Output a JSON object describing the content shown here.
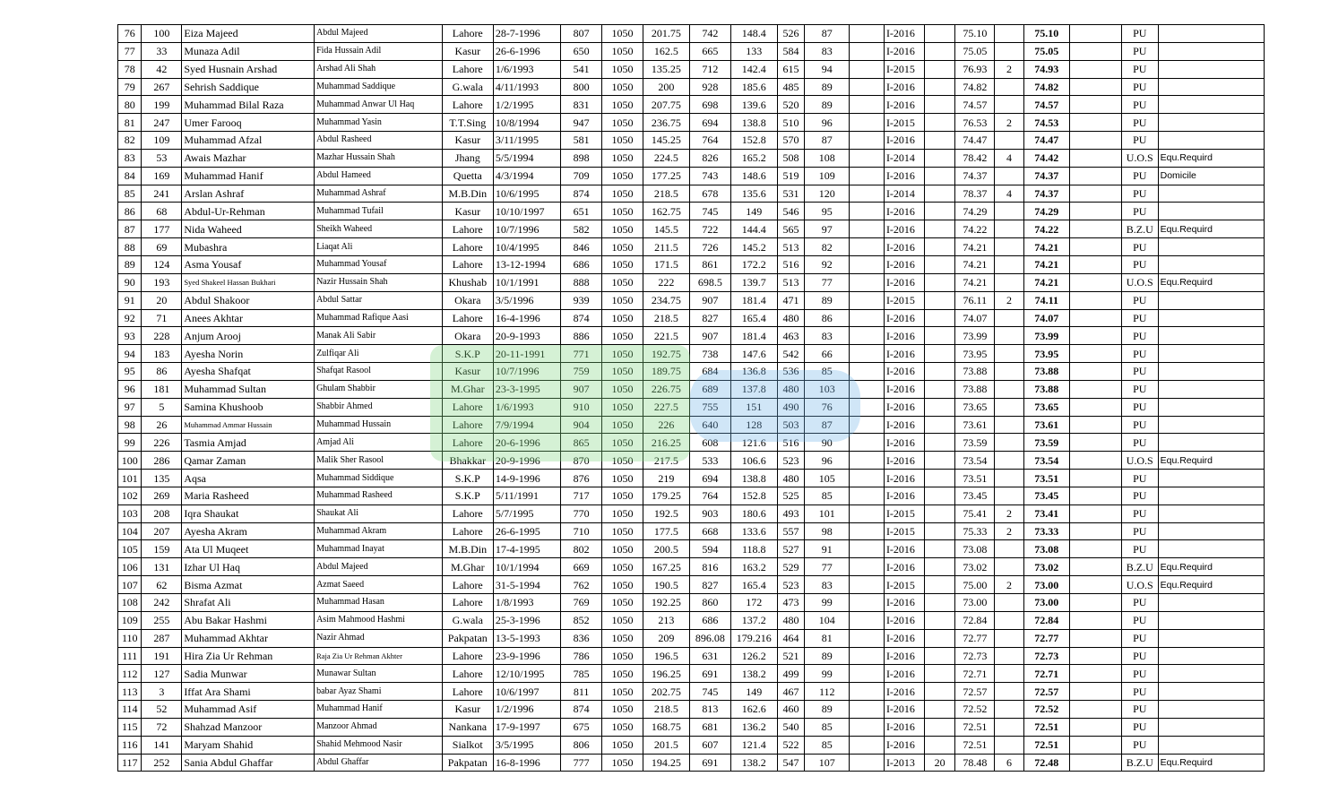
{
  "rows": [
    [
      "76",
      "100",
      "Eiza Majeed",
      "Abdul Majeed",
      "Lahore",
      "28-7-1996",
      "807",
      "1050",
      "201.75",
      "742",
      "148.4",
      "526",
      "87",
      "",
      "I-2016",
      "",
      "75.10",
      "",
      "75.10",
      "",
      "PU",
      ""
    ],
    [
      "77",
      "33",
      "Munaza Adil",
      "Fida Hussain Adil",
      "Kasur",
      "26-6-1996",
      "650",
      "1050",
      "162.5",
      "665",
      "133",
      "584",
      "83",
      "",
      "I-2016",
      "",
      "75.05",
      "",
      "75.05",
      "",
      "PU",
      ""
    ],
    [
      "78",
      "42",
      "Syed Husnain Arshad",
      "Arshad Ali Shah",
      "Lahore",
      "1/6/1993",
      "541",
      "1050",
      "135.25",
      "712",
      "142.4",
      "615",
      "94",
      "",
      "I-2015",
      "",
      "76.93",
      "2",
      "74.93",
      "",
      "PU",
      ""
    ],
    [
      "79",
      "267",
      "Sehrish Saddique",
      "Muhammad Saddique",
      "G.wala",
      "4/11/1993",
      "800",
      "1050",
      "200",
      "928",
      "185.6",
      "485",
      "89",
      "",
      "I-2016",
      "",
      "74.82",
      "",
      "74.82",
      "",
      "PU",
      ""
    ],
    [
      "80",
      "199",
      "Muhammad Bilal Raza",
      "Muhammad Anwar Ul Haq",
      "Lahore",
      "1/2/1995",
      "831",
      "1050",
      "207.75",
      "698",
      "139.6",
      "520",
      "89",
      "",
      "I-2016",
      "",
      "74.57",
      "",
      "74.57",
      "",
      "PU",
      ""
    ],
    [
      "81",
      "247",
      "Umer Farooq",
      "Muhammad Yasin",
      "T.T.Sing",
      "10/8/1994",
      "947",
      "1050",
      "236.75",
      "694",
      "138.8",
      "510",
      "96",
      "",
      "I-2015",
      "",
      "76.53",
      "2",
      "74.53",
      "",
      "PU",
      ""
    ],
    [
      "82",
      "109",
      "Muhammad Afzal",
      "Abdul Rasheed",
      "Kasur",
      "3/11/1995",
      "581",
      "1050",
      "145.25",
      "764",
      "152.8",
      "570",
      "87",
      "",
      "I-2016",
      "",
      "74.47",
      "",
      "74.47",
      "",
      "PU",
      ""
    ],
    [
      "83",
      "53",
      "Awais Mazhar",
      "Mazhar Hussain Shah",
      "Jhang",
      "5/5/1994",
      "898",
      "1050",
      "224.5",
      "826",
      "165.2",
      "508",
      "108",
      "",
      "I-2014",
      "",
      "78.42",
      "4",
      "74.42",
      "",
      "U.O.S",
      "Equ.Requird"
    ],
    [
      "84",
      "169",
      "Muhammad Hanif",
      "Abdul Hameed",
      "Quetta",
      "4/3/1994",
      "709",
      "1050",
      "177.25",
      "743",
      "148.6",
      "519",
      "109",
      "",
      "I-2016",
      "",
      "74.37",
      "",
      "74.37",
      "",
      "PU",
      "Domicile"
    ],
    [
      "85",
      "241",
      "Arslan Ashraf",
      "Muhammad Ashraf",
      "M.B.Din",
      "10/6/1995",
      "874",
      "1050",
      "218.5",
      "678",
      "135.6",
      "531",
      "120",
      "",
      "I-2014",
      "",
      "78.37",
      "4",
      "74.37",
      "",
      "PU",
      ""
    ],
    [
      "86",
      "68",
      "Abdul-Ur-Rehman",
      "Muhammad Tufail",
      "Kasur",
      "10/10/1997",
      "651",
      "1050",
      "162.75",
      "745",
      "149",
      "546",
      "95",
      "",
      "I-2016",
      "",
      "74.29",
      "",
      "74.29",
      "",
      "PU",
      ""
    ],
    [
      "87",
      "177",
      "Nida Waheed",
      "Sheikh Waheed",
      "Lahore",
      "10/7/1996",
      "582",
      "1050",
      "145.5",
      "722",
      "144.4",
      "565",
      "97",
      "",
      "I-2016",
      "",
      "74.22",
      "",
      "74.22",
      "",
      "B.Z.U",
      "Equ.Requird"
    ],
    [
      "88",
      "69",
      "Mubashra",
      "Liaqat Ali",
      "Lahore",
      "10/4/1995",
      "846",
      "1050",
      "211.5",
      "726",
      "145.2",
      "513",
      "82",
      "",
      "I-2016",
      "",
      "74.21",
      "",
      "74.21",
      "",
      "PU",
      ""
    ],
    [
      "89",
      "124",
      "Asma Yousaf",
      "Muhammad Yousaf",
      "Lahore",
      "13-12-1994",
      "686",
      "1050",
      "171.5",
      "861",
      "172.2",
      "516",
      "92",
      "",
      "I-2016",
      "",
      "74.21",
      "",
      "74.21",
      "",
      "PU",
      ""
    ],
    [
      "90",
      "193",
      "Syed Shakeel Hassan Bukhari",
      "Nazir Hussain Shah",
      "Khushab",
      "10/1/1991",
      "888",
      "1050",
      "222",
      "698.5",
      "139.7",
      "513",
      "77",
      "",
      "I-2016",
      "",
      "74.21",
      "",
      "74.21",
      "",
      "U.O.S",
      "Equ.Requird"
    ],
    [
      "91",
      "20",
      "Abdul Shakoor",
      "Abdul Sattar",
      "Okara",
      "3/5/1996",
      "939",
      "1050",
      "234.75",
      "907",
      "181.4",
      "471",
      "89",
      "",
      "I-2015",
      "",
      "76.11",
      "2",
      "74.11",
      "",
      "PU",
      ""
    ],
    [
      "92",
      "71",
      "Anees Akhtar",
      "Muhammad Rafique Aasi",
      "Lahore",
      "16-4-1996",
      "874",
      "1050",
      "218.5",
      "827",
      "165.4",
      "480",
      "86",
      "",
      "I-2016",
      "",
      "74.07",
      "",
      "74.07",
      "",
      "PU",
      ""
    ],
    [
      "93",
      "228",
      "Anjum Arooj",
      "Manak Ali Sabir",
      "Okara",
      "20-9-1993",
      "886",
      "1050",
      "221.5",
      "907",
      "181.4",
      "463",
      "83",
      "",
      "I-2016",
      "",
      "73.99",
      "",
      "73.99",
      "",
      "PU",
      ""
    ],
    [
      "94",
      "183",
      "Ayesha Norin",
      "Zulfiqar Ali",
      "S.K.P",
      "20-11-1991",
      "771",
      "1050",
      "192.75",
      "738",
      "147.6",
      "542",
      "66",
      "",
      "I-2016",
      "",
      "73.95",
      "",
      "73.95",
      "",
      "PU",
      ""
    ],
    [
      "95",
      "86",
      "Ayesha Shafqat",
      "Shafqat Rasool",
      "Kasur",
      "10/7/1996",
      "759",
      "1050",
      "189.75",
      "684",
      "136.8",
      "536",
      "85",
      "",
      "I-2016",
      "",
      "73.88",
      "",
      "73.88",
      "",
      "PU",
      ""
    ],
    [
      "96",
      "181",
      "Muhammad Sultan",
      "Ghulam Shabbir",
      "M.Ghar",
      "23-3-1995",
      "907",
      "1050",
      "226.75",
      "689",
      "137.8",
      "480",
      "103",
      "",
      "I-2016",
      "",
      "73.88",
      "",
      "73.88",
      "",
      "PU",
      ""
    ],
    [
      "97",
      "5",
      "Samina Khushoob",
      "Shabbir Ahmed",
      "Lahore",
      "1/6/1993",
      "910",
      "1050",
      "227.5",
      "755",
      "151",
      "490",
      "76",
      "",
      "I-2016",
      "",
      "73.65",
      "",
      "73.65",
      "",
      "PU",
      ""
    ],
    [
      "98",
      "26",
      "Muhammad Ammar Hussain",
      "Muhammad Hussain",
      "Lahore",
      "7/9/1994",
      "904",
      "1050",
      "226",
      "640",
      "128",
      "503",
      "87",
      "",
      "I-2016",
      "",
      "73.61",
      "",
      "73.61",
      "",
      "PU",
      ""
    ],
    [
      "99",
      "226",
      "Tasmia Amjad",
      "Amjad Ali",
      "Lahore",
      "20-6-1996",
      "865",
      "1050",
      "216.25",
      "608",
      "121.6",
      "516",
      "90",
      "",
      "I-2016",
      "",
      "73.59",
      "",
      "73.59",
      "",
      "PU",
      ""
    ],
    [
      "100",
      "286",
      "Qamar Zaman",
      "Malik Sher Rasool",
      "Bhakkar",
      "20-9-1996",
      "870",
      "1050",
      "217.5",
      "533",
      "106.6",
      "523",
      "96",
      "",
      "I-2016",
      "",
      "73.54",
      "",
      "73.54",
      "",
      "U.O.S",
      "Equ.Requird"
    ],
    [
      "101",
      "135",
      "Aqsa",
      "Muhammad Siddique",
      "S.K.P",
      "14-9-1996",
      "876",
      "1050",
      "219",
      "694",
      "138.8",
      "480",
      "105",
      "",
      "I-2016",
      "",
      "73.51",
      "",
      "73.51",
      "",
      "PU",
      ""
    ],
    [
      "102",
      "269",
      "Maria Rasheed",
      "Muhammad Rasheed",
      "S.K.P",
      "5/11/1991",
      "717",
      "1050",
      "179.25",
      "764",
      "152.8",
      "525",
      "85",
      "",
      "I-2016",
      "",
      "73.45",
      "",
      "73.45",
      "",
      "PU",
      ""
    ],
    [
      "103",
      "208",
      "Iqra Shaukat",
      "Shaukat Ali",
      "Lahore",
      "5/7/1995",
      "770",
      "1050",
      "192.5",
      "903",
      "180.6",
      "493",
      "101",
      "",
      "I-2015",
      "",
      "75.41",
      "2",
      "73.41",
      "",
      "PU",
      ""
    ],
    [
      "104",
      "207",
      "Ayesha Akram",
      "Muhammad Akram",
      "Lahore",
      "26-6-1995",
      "710",
      "1050",
      "177.5",
      "668",
      "133.6",
      "557",
      "98",
      "",
      "I-2015",
      "",
      "75.33",
      "2",
      "73.33",
      "",
      "PU",
      ""
    ],
    [
      "105",
      "159",
      "Ata Ul Muqeet",
      "Muhammad Inayat",
      "M.B.Din",
      "17-4-1995",
      "802",
      "1050",
      "200.5",
      "594",
      "118.8",
      "527",
      "91",
      "",
      "I-2016",
      "",
      "73.08",
      "",
      "73.08",
      "",
      "PU",
      ""
    ],
    [
      "106",
      "131",
      "Izhar Ul Haq",
      "Abdul Majeed",
      "M.Ghar",
      "10/1/1994",
      "669",
      "1050",
      "167.25",
      "816",
      "163.2",
      "529",
      "77",
      "",
      "I-2016",
      "",
      "73.02",
      "",
      "73.02",
      "",
      "B.Z.U",
      "Equ.Requird"
    ],
    [
      "107",
      "62",
      "Bisma Azmat",
      "Azmat Saeed",
      "Lahore",
      "31-5-1994",
      "762",
      "1050",
      "190.5",
      "827",
      "165.4",
      "523",
      "83",
      "",
      "I-2015",
      "",
      "75.00",
      "2",
      "73.00",
      "",
      "U.O.S",
      "Equ.Requird"
    ],
    [
      "108",
      "242",
      "Shrafat Ali",
      "Muhammad Hasan",
      "Lahore",
      "1/8/1993",
      "769",
      "1050",
      "192.25",
      "860",
      "172",
      "473",
      "99",
      "",
      "I-2016",
      "",
      "73.00",
      "",
      "73.00",
      "",
      "PU",
      ""
    ],
    [
      "109",
      "255",
      "Abu Bakar Hashmi",
      "Asim Mahmood Hashmi",
      "G.wala",
      "25-3-1996",
      "852",
      "1050",
      "213",
      "686",
      "137.2",
      "480",
      "104",
      "",
      "I-2016",
      "",
      "72.84",
      "",
      "72.84",
      "",
      "PU",
      ""
    ],
    [
      "110",
      "287",
      "Muhammad Akhtar",
      "Nazir Ahmad",
      "Pakpatan",
      "13-5-1993",
      "836",
      "1050",
      "209",
      "896.08",
      "179.216",
      "464",
      "81",
      "",
      "I-2016",
      "",
      "72.77",
      "",
      "72.77",
      "",
      "PU",
      ""
    ],
    [
      "111",
      "191",
      "Hira Zia Ur Rehman",
      "Raja Zia Ur Rehman Akhter",
      "Lahore",
      "23-9-1996",
      "786",
      "1050",
      "196.5",
      "631",
      "126.2",
      "521",
      "89",
      "",
      "I-2016",
      "",
      "72.73",
      "",
      "72.73",
      "",
      "PU",
      ""
    ],
    [
      "112",
      "127",
      "Sadia Munwar",
      "Munawar Sultan",
      "Lahore",
      "12/10/1995",
      "785",
      "1050",
      "196.25",
      "691",
      "138.2",
      "499",
      "99",
      "",
      "I-2016",
      "",
      "72.71",
      "",
      "72.71",
      "",
      "PU",
      ""
    ],
    [
      "113",
      "3",
      "Iffat Ara Shami",
      "babar Ayaz Shami",
      "Lahore",
      "10/6/1997",
      "811",
      "1050",
      "202.75",
      "745",
      "149",
      "467",
      "112",
      "",
      "I-2016",
      "",
      "72.57",
      "",
      "72.57",
      "",
      "PU",
      ""
    ],
    [
      "114",
      "52",
      "Muhammad Asif",
      "Muhammad Hanif",
      "Kasur",
      "1/2/1996",
      "874",
      "1050",
      "218.5",
      "813",
      "162.6",
      "460",
      "89",
      "",
      "I-2016",
      "",
      "72.52",
      "",
      "72.52",
      "",
      "PU",
      ""
    ],
    [
      "115",
      "72",
      "Shahzad Manzoor",
      "Manzoor Ahmad",
      "Nankana",
      "17-9-1997",
      "675",
      "1050",
      "168.75",
      "681",
      "136.2",
      "540",
      "85",
      "",
      "I-2016",
      "",
      "72.51",
      "",
      "72.51",
      "",
      "PU",
      ""
    ],
    [
      "116",
      "141",
      "Maryam Shahid",
      "Shahid Mehmood Nasir",
      "Sialkot",
      "3/5/1995",
      "806",
      "1050",
      "201.5",
      "607",
      "121.4",
      "522",
      "85",
      "",
      "I-2016",
      "",
      "72.51",
      "",
      "72.51",
      "",
      "PU",
      ""
    ],
    [
      "117",
      "252",
      "Sania Abdul Ghaffar",
      "Abdul Ghaffar",
      "Pakpatan",
      "16-8-1996",
      "777",
      "1050",
      "194.25",
      "691",
      "138.2",
      "547",
      "107",
      "",
      "I-2013",
      "20",
      "78.48",
      "6",
      "72.48",
      "",
      "B.Z.U",
      "Equ.Requird"
    ]
  ],
  "watermark": {
    "color_green": "#7fd67f",
    "color_blue": "#6fb3e8"
  }
}
